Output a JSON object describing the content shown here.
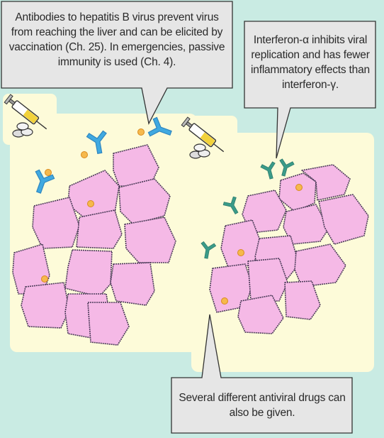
{
  "callouts": {
    "antibodies": "Antibodies to hepatitis B virus prevent virus from reaching the liver and can be elicited by vaccination (Ch. 25). In emergencies, passive immunity is used (Ch. 4).",
    "interferon": "Interferon-α inhibits viral replication and has fewer inflammatory effects than interferon-γ.",
    "antivirals": "Several different antiviral drugs can also be given."
  },
  "colors": {
    "background": "#c9ebe3",
    "panel": "#fdfbd9",
    "hepatocyte": "#f5b9e6",
    "antibody": "#40a9e0",
    "interferon": "#3a9b88",
    "virus": "#f6b94c",
    "callout_box": "#e6e6e6"
  },
  "icons": [
    "syringe-icon",
    "pills-icon"
  ]
}
